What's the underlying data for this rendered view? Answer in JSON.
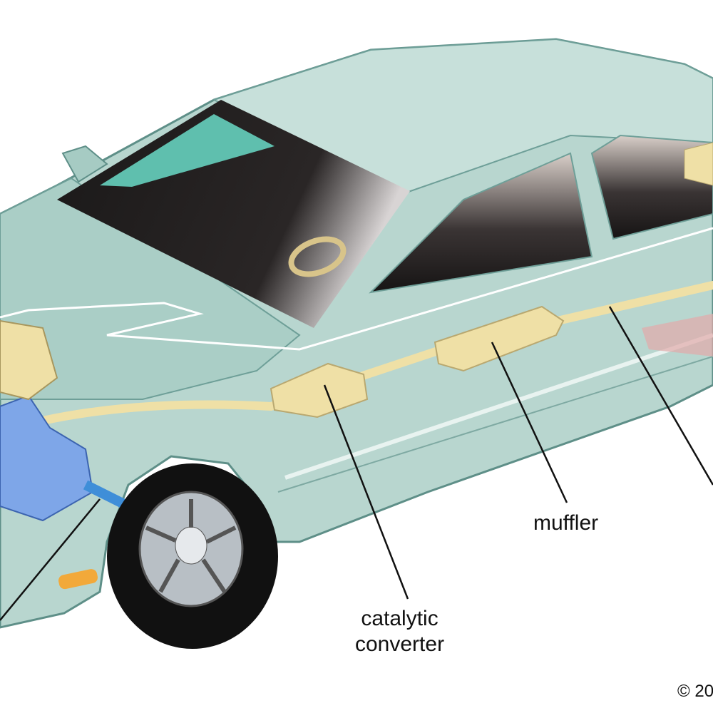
{
  "labels": {
    "muffler": "muffler",
    "catalytic_converter_line1": "catalytic",
    "catalytic_converter_line2": "converter"
  },
  "copyright": "© 20",
  "colors": {
    "body": "#b8d6cf",
    "body_outline": "#5e8f88",
    "glass": "#1c1a1a",
    "exhaust": "#efe0a6",
    "engine": "#7ea6e8",
    "tire": "#111111"
  }
}
